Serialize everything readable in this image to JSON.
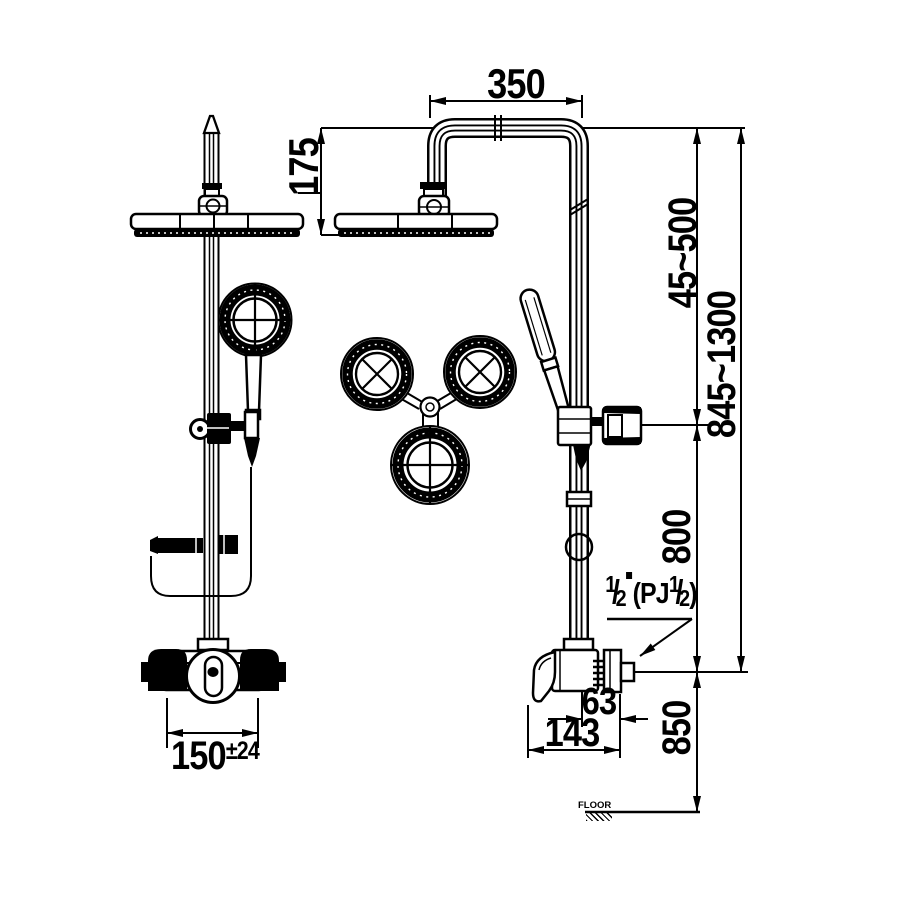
{
  "drawing": {
    "bg_color": "#ffffff",
    "ink_color": "#000000",
    "dims": {
      "top_width": "350",
      "head_drop": "175",
      "slide_range": "45~500",
      "overall_height": "845~1300",
      "holder_height": "800",
      "supply_height": "850",
      "outlet_offset": "63",
      "valve_depth": "143",
      "union_pitch": "150",
      "union_pitch_tol": "±24"
    },
    "thread_label": {
      "num1": "1",
      "den1": "2",
      "mid": "(PJ",
      "num2": "1",
      "den2": "2",
      "end": ")"
    },
    "floor_label": "FLOOR"
  }
}
